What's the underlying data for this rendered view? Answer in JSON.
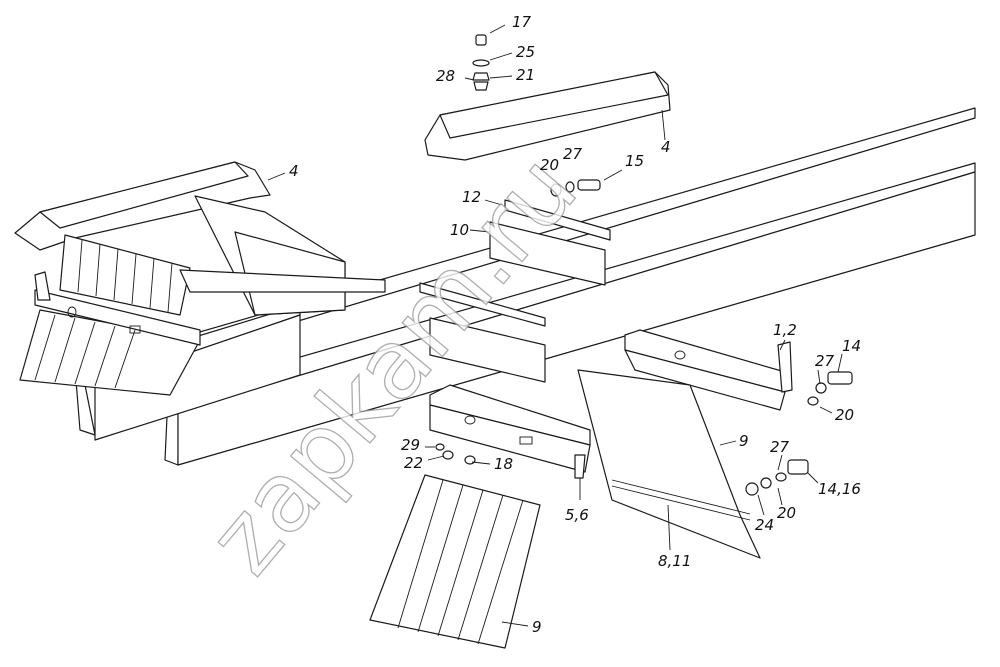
{
  "watermark": "zapkam.ru",
  "callouts": {
    "c17": "17",
    "c25": "25",
    "c28": "28",
    "c21": "21",
    "c4a": "4",
    "c4b": "4",
    "c20a": "20",
    "c27a": "27",
    "c15": "15",
    "c12": "12",
    "c10": "10",
    "c1_2": "1,2",
    "c27b": "27",
    "c14": "14",
    "c20b": "20",
    "c9a": "9",
    "c27c": "27",
    "c29": "29",
    "c22": "22",
    "c18": "18",
    "c14_16": "14,16",
    "c24": "24",
    "c20c": "20",
    "c5_6": "5,6",
    "c8_11": "8,11",
    "c9b": "9"
  }
}
